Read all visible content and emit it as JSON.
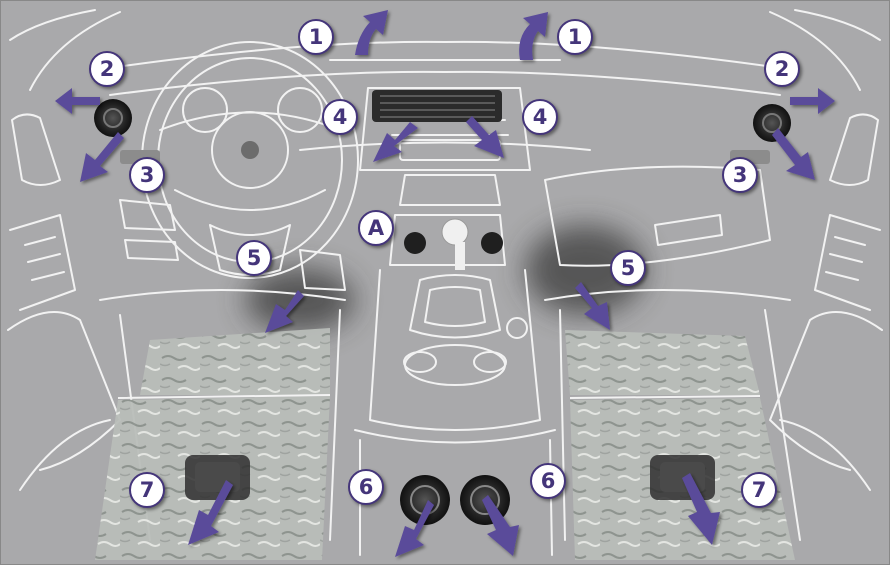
{
  "figure": {
    "colors": {
      "background": "#a9a9ab",
      "line_art": "#f2f2f2",
      "arrow": "#5a4b9a",
      "callout_text": "#44357a",
      "callout_fill": "#ffffff",
      "vent": "#262626"
    },
    "callouts": [
      {
        "id": "callout-1-left",
        "label": "1"
      },
      {
        "id": "callout-1-right",
        "label": "1"
      },
      {
        "id": "callout-2-left",
        "label": "2"
      },
      {
        "id": "callout-2-right",
        "label": "2"
      },
      {
        "id": "callout-3-left",
        "label": "3"
      },
      {
        "id": "callout-3-right",
        "label": "3"
      },
      {
        "id": "callout-4-left",
        "label": "4"
      },
      {
        "id": "callout-4-right",
        "label": "4"
      },
      {
        "id": "callout-a",
        "label": "A"
      },
      {
        "id": "callout-5-left",
        "label": "5"
      },
      {
        "id": "callout-5-right",
        "label": "5"
      },
      {
        "id": "callout-6-left",
        "label": "6"
      },
      {
        "id": "callout-6-right",
        "label": "6"
      },
      {
        "id": "callout-7-left",
        "label": "7"
      },
      {
        "id": "callout-7-right",
        "label": "7"
      }
    ]
  }
}
